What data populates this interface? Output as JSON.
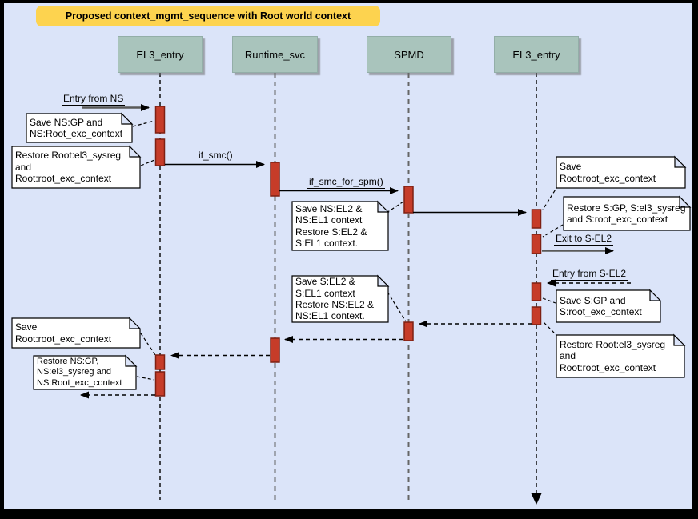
{
  "title": "Proposed context_mgmt_sequence with Root world context",
  "actors": [
    {
      "label": "EL3_entry"
    },
    {
      "label": "Runtime_svc"
    },
    {
      "label": "SPMD"
    },
    {
      "label": "EL3_entry"
    }
  ],
  "messages": {
    "entry_from_ns": "Entry from NS",
    "if_smc": "if_smc()",
    "if_smc_for_spm": "if_smc_for_spm()",
    "exit_to_s_el2": "Exit to S-EL2",
    "entry_from_s_el2": "Entry from S-EL2"
  },
  "notes": {
    "save_ns_gp": "Save NS:GP and\nNS:Root_exc_context",
    "restore_root_sysreg_left": "Restore Root:el3_sysreg\nand\nRoot:root_exc_context",
    "save_ns_el2": "Save NS:EL2 &\nNS:EL1 context\nRestore S:EL2 &\nS:EL1 context.",
    "save_root_exc_right": "Save Root:root_exc_context",
    "restore_s_gp": "Restore S:GP, S:el3_sysreg\nand S:root_exc_context",
    "save_s_gp": "Save S:GP and\nS:root_exc_context",
    "restore_root_sysreg_right": "Restore Root:el3_sysreg\nand\nRoot:root_exc_context",
    "save_s_el2": "Save S:EL2 &\nS:EL1 context\nRestore NS:EL2 &\nNS:EL1 context.",
    "save_root_exc_left": "Save Root:root_exc_context",
    "restore_ns_gp": "Restore NS:GP,\nNS:el3_sysreg and\nNS:Root_exc_context"
  },
  "colors": {
    "canvas_background": "#dbe4f9",
    "frame": "#000000",
    "title_fill": "#fdd34f",
    "actor_fill": "#a9c4bc",
    "activation_fill": "#c63c29",
    "activation_border": "#7e2013",
    "note_fill": "#ffffff",
    "heavy_arrow": "#595959"
  }
}
